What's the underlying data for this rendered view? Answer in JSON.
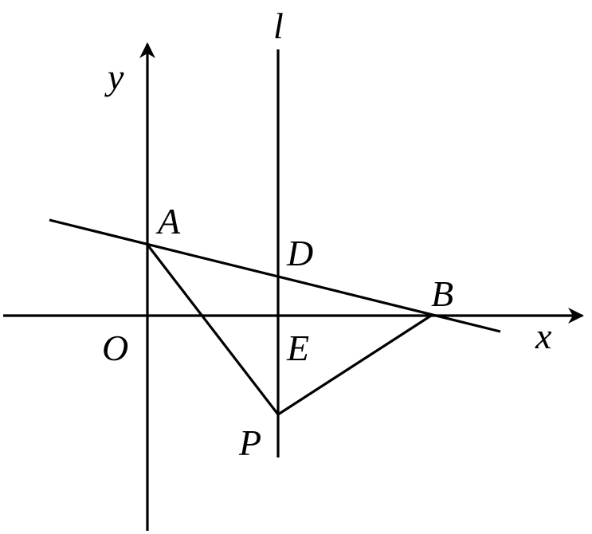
{
  "labels": {
    "x_axis": "x",
    "y_axis": "y",
    "origin": "O",
    "line_l": "l",
    "point_a": "A",
    "point_b": "B",
    "point_d": "D",
    "point_e": "E",
    "point_p": "P"
  }
}
